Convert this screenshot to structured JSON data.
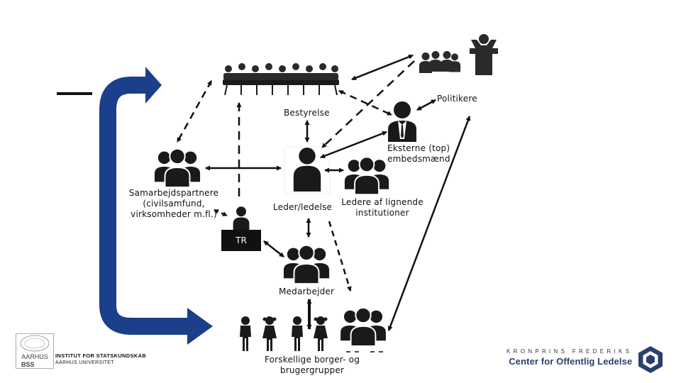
{
  "labels": {
    "bestyrelse": "Bestyrelse",
    "politikere": "Politikere",
    "eksterne_line1": "Eksterne (top)",
    "eksterne_line2": "embedsmænd",
    "samarbejd_line1": "Samarbejdspartnere",
    "samarbejd_line2": "(civilsamfund,",
    "samarbejd_line3": "virksomheder m.fl.)",
    "leder": "Leder/ledelse",
    "ledere_line1": "Ledere af lignende",
    "ledere_line2": "institutioner",
    "tr": "TR",
    "medarbejder": "Medarbejder",
    "borger_line1": "Forskellige borger- og",
    "borger_line2": "brugergrupper"
  },
  "logos": {
    "aarhus_mark_line1": "AARHUS",
    "aarhus_mark_line2": "BSS",
    "aarhus_institute": "INSTITUT FOR STATSKUNDSKAB",
    "aarhus_university": "AARHUS UNIVERSITET",
    "cfol_line1": "KRONPRINS FREDERIKS",
    "cfol_line2": "Center for Offentlig Ledelse"
  },
  "colors": {
    "big_arrow": "#1b3f8a",
    "figures": "#1a1a1a",
    "text": "#111111",
    "brand_blue": "#2a3f6e"
  },
  "icons": [
    "board-meeting-icon",
    "politicians-group-icon",
    "podium-speaker-icon",
    "person-suit-icon",
    "person-icon",
    "group-icon",
    "children-group-icon"
  ]
}
